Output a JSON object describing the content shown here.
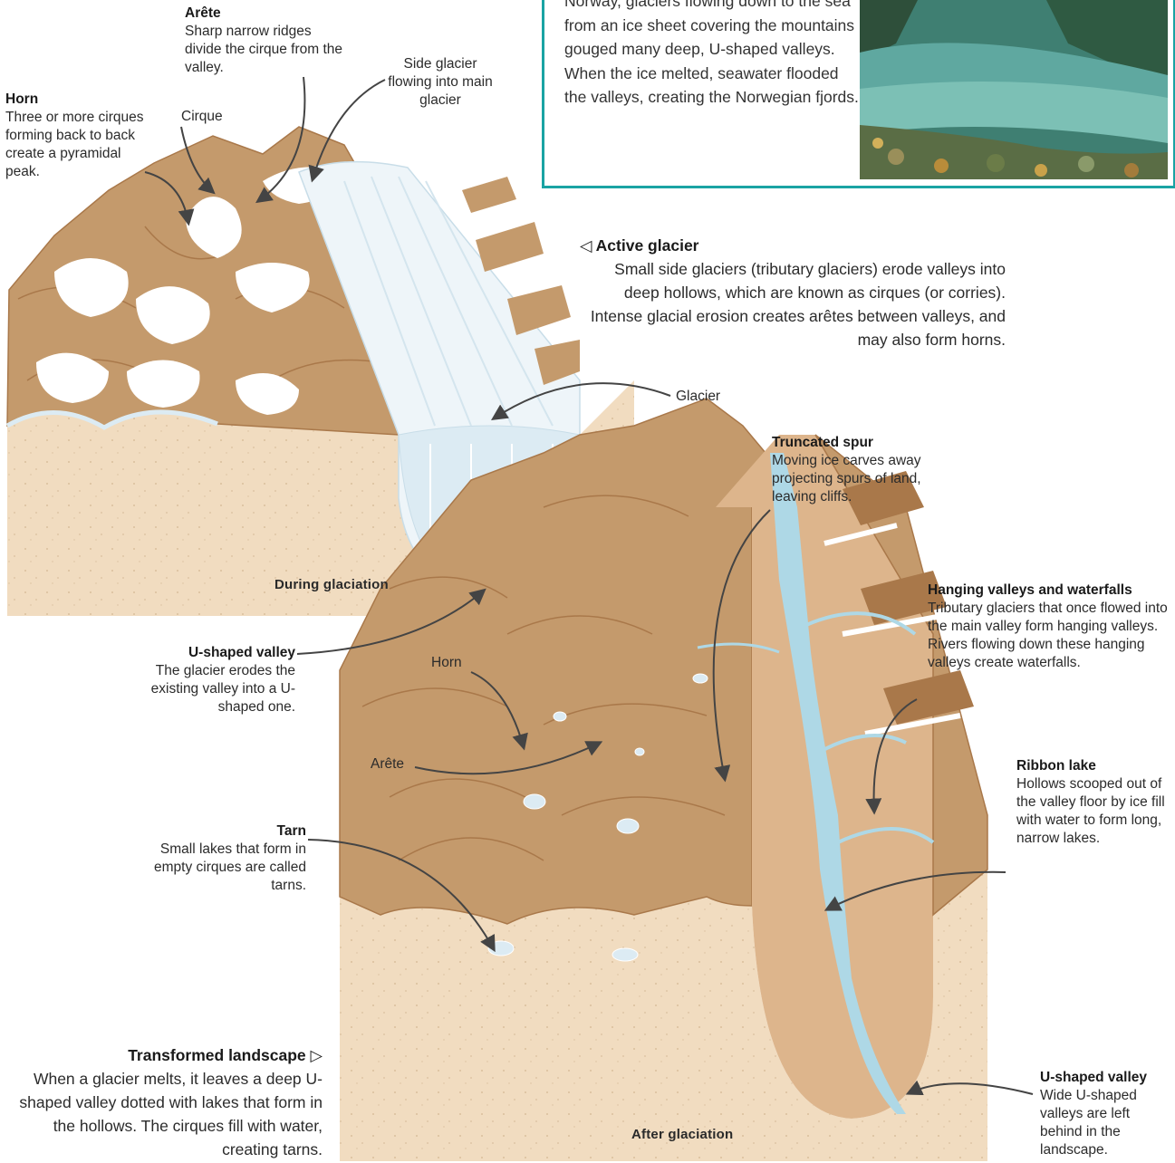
{
  "box": {
    "text": "Norway, glaciers flowing down to the sea from an ice sheet covering the mountains gouged many deep, U-shaped valleys. When the ice melted, seawater flooded the valleys, creating the Norwegian fjords."
  },
  "top": {
    "caption": "During glaciation",
    "arete": {
      "title": "Arête",
      "desc": "Sharp narrow ridges divide the cirque from the valley."
    },
    "side_glacier": "Side glacier flowing into main glacier",
    "horn": {
      "title": "Horn",
      "desc": "Three or more cirques forming back to back create a pyramidal peak."
    },
    "cirque": "Cirque",
    "active": {
      "title": "Active glacier",
      "desc": "Small side glaciers (tributary glaciers) erode valleys into deep hollows, which are known as cirques (or corries). Intense glacial erosion creates arêtes between valleys, and may also form horns."
    },
    "glacier": "Glacier",
    "u_valley": {
      "title": "U-shaped valley",
      "desc": "The glacier erodes the existing valley into a U-shaped one."
    }
  },
  "bottom": {
    "caption": "After glaciation",
    "truncated": {
      "title": "Truncated spur",
      "desc": "Moving ice carves away projecting spurs of land, leaving cliffs."
    },
    "hanging": {
      "title": "Hanging valleys and waterfalls",
      "desc": "Tributary glaciers that once flowed into the main valley form hanging valleys. Rivers flowing down these hanging valleys create waterfalls."
    },
    "horn": "Horn",
    "arete": "Arête",
    "ribbon": {
      "title": "Ribbon lake",
      "desc": "Hollows scooped out of the valley floor by ice fill with water to form long, narrow lakes."
    },
    "tarn": {
      "title": "Tarn",
      "desc": "Small lakes that form in empty cirques are called tarns."
    },
    "transformed": {
      "title": "Transformed landscape",
      "desc": "When a glacier melts, it leaves a deep U-shaped valley dotted with lakes that form in the hollows. The cirques fill with water, creating tarns."
    },
    "u_valley": {
      "title": "U-shaped valley",
      "desc": "Wide U-shaped valleys are left behind in the landscape."
    }
  },
  "colors": {
    "rock": "#c49a6c",
    "rock_dark": "#a9784a",
    "ground": "#f1dcc0",
    "ice": "#dcebf3",
    "water": "#aed8e6",
    "accent": "#1aa3a3"
  }
}
